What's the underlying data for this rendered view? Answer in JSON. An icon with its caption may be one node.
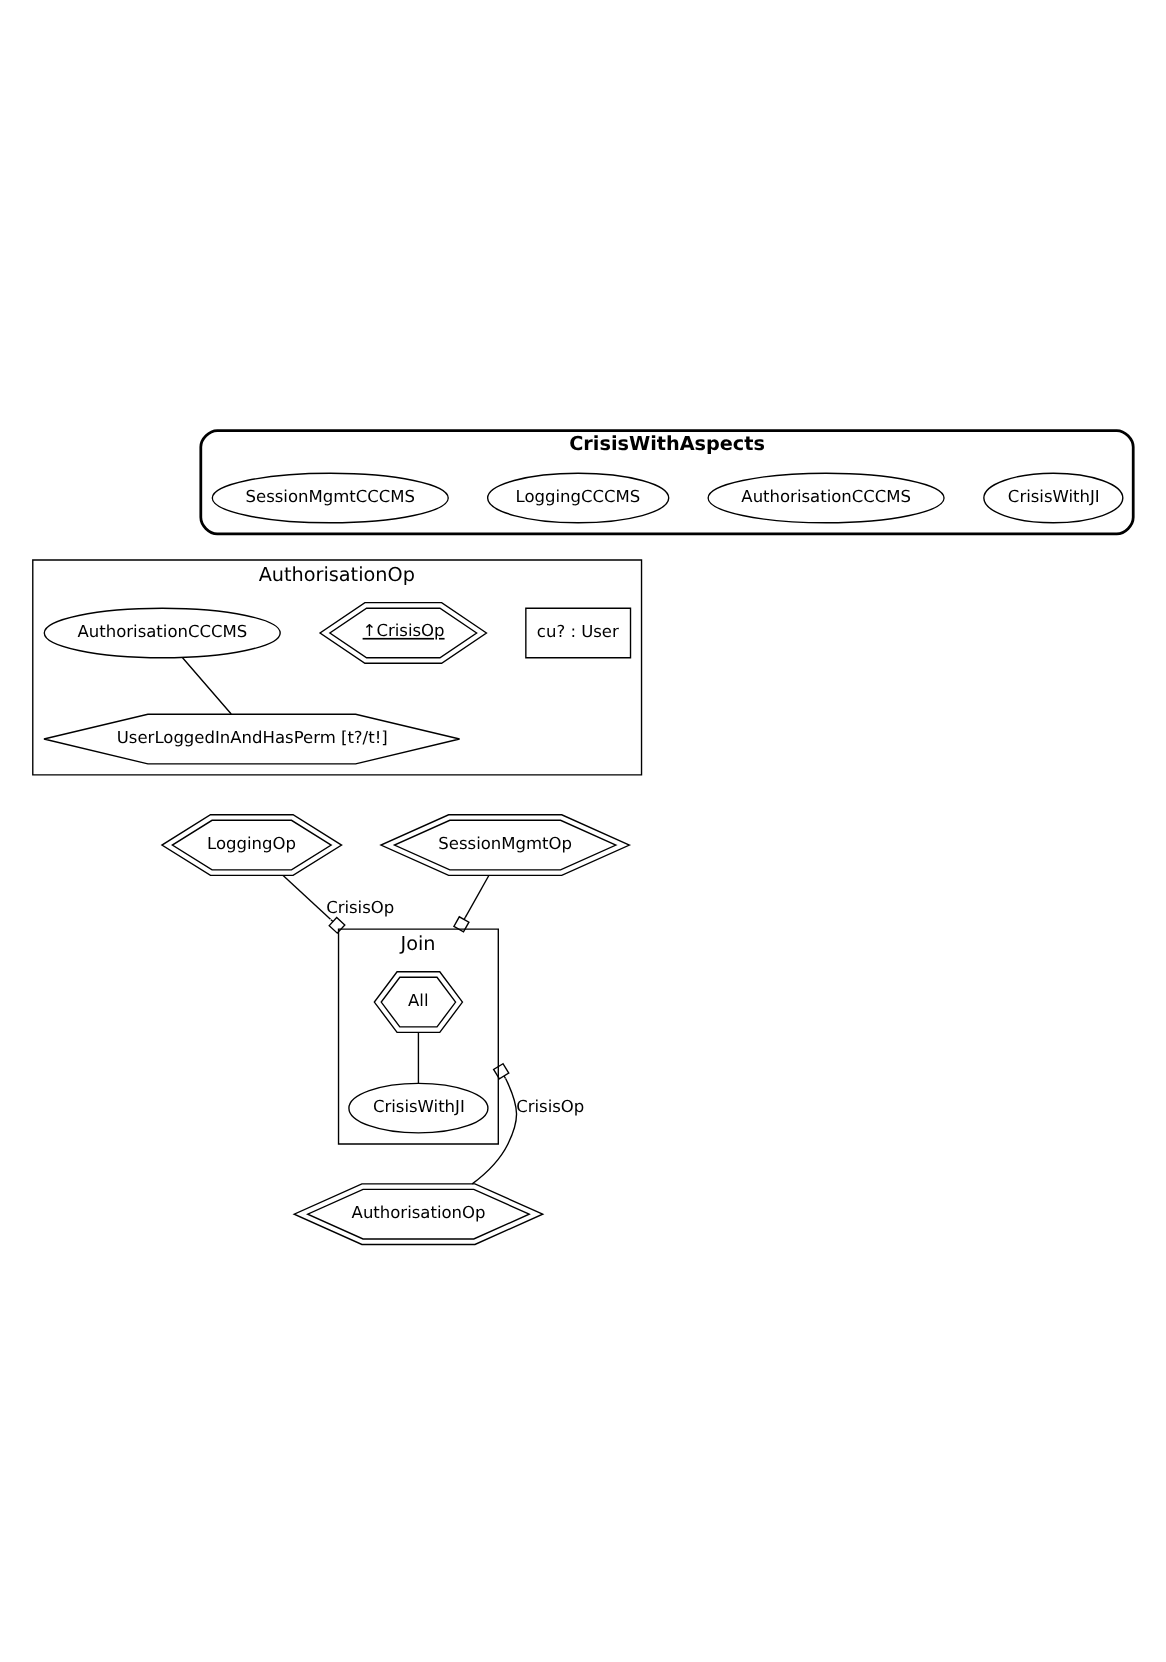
{
  "diagram": {
    "nodes": [
      {
        "text": [
          "CrisisWithAspects"
        ]
      },
      {
        "text": [
          "CrisisWithJI"
        ],
        "in": 0
      },
      {
        "text": [
          "AuthorisationCCCMS"
        ],
        "in": 0
      },
      {
        "text": [
          "LoggingCCCMS"
        ],
        "in": 0
      },
      {
        "text": [
          "SessionMgmtCCCMS"
        ],
        "in": 0
      },
      {
        "text": [
          "AuthorisationOp"
        ]
      },
      {
        "text": [
          "cu? : User"
        ],
        "in": 5
      },
      {
        "text": [
          "↑CrisisOp"
        ],
        "in": 5
      },
      {
        "text": [
          "AuthorisationCCCMS"
        ],
        "in": 5
      },
      {
        "text": [
          "UserLoggedInAndHasPerm [t?/t!]"
        ],
        "in": 5
      },
      {
        "text": [
          "LoggingOp"
        ]
      },
      {
        "text": [
          "SessionMgmtOp"
        ]
      },
      {
        "text": [
          "Join"
        ]
      },
      {
        "text": [
          "All"
        ],
        "in": 12
      },
      {
        "text": [
          "CrisisWithJI"
        ],
        "in": 12
      },
      {
        "text": [
          "AuthorisationOp"
        ]
      }
    ],
    "edges": [
      {
        "from": 8,
        "to": 9,
        "arrow": "none"
      },
      {
        "from": 10,
        "to": 12,
        "arrow": "other",
        "label": "CrisisOp"
      },
      {
        "from": 11,
        "to": 12,
        "arrow": "other"
      },
      {
        "from": 13,
        "to": 14,
        "arrow": "none"
      },
      {
        "from": 15,
        "to": 12,
        "arrow": "other",
        "label": "CrisisOp"
      }
    ]
  }
}
